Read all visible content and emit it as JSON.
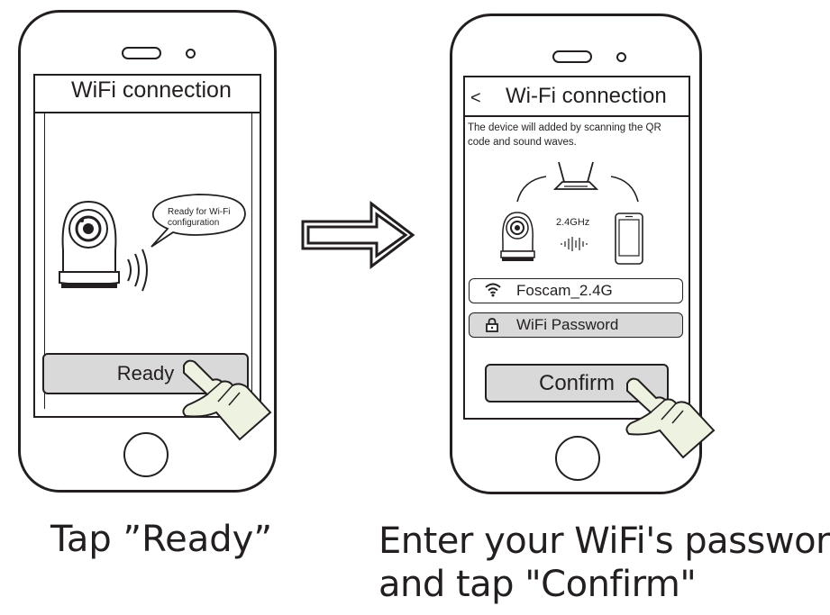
{
  "left_phone": {
    "screen_title": "WiFi connection",
    "bubble_text_line1": "Ready for Wi-Fi",
    "bubble_text_line2": "configuration",
    "button_label": "Ready"
  },
  "right_phone": {
    "back_glyph": "<",
    "screen_title": "Wi-Fi connection",
    "description_line1": "The device will added by scanning the QR",
    "description_line2": "code and sound waves.",
    "band_label": "2.4GHz",
    "ssid_value": "Foscam_2.4G",
    "password_placeholder": "WiFi Password",
    "confirm_label": "Confirm"
  },
  "captions": {
    "left": "Tap ”Ready”",
    "right_line1": "Enter your WiFi's password",
    "right_line2": "and tap \"Confirm\""
  },
  "colors": {
    "line": "#231f20",
    "button_fill": "#d9d9d9",
    "finger_fill": "#eef2e0"
  },
  "icons": [
    "camera-icon",
    "sound-wave-icon",
    "speech-bubble-icon",
    "finger-tap-icon",
    "arrow-right-icon",
    "router-icon",
    "phone-icon",
    "wifi-icon",
    "lock-icon"
  ]
}
